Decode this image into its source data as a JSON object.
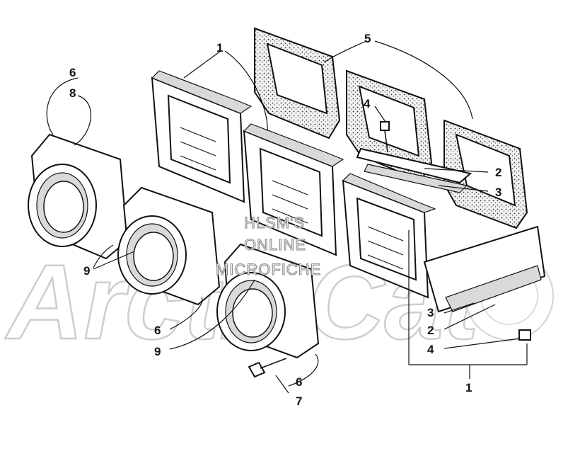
{
  "watermark": {
    "brand": "ArcticCat",
    "lines": [
      "HLSM'S",
      "ONLINE",
      "MICROFICHE"
    ]
  },
  "callouts": {
    "c1_top": "1",
    "c5_top": "5",
    "c4_mid": "4",
    "c2_mid": "2",
    "c3_mid": "3",
    "c6_top": "6",
    "c8_top": "8",
    "c9_left": "9",
    "c6_mid": "6",
    "c9_mid": "9",
    "c6_low": "6",
    "c7_low": "7",
    "c3_right": "3",
    "c2_right": "2",
    "c4_right": "4",
    "c1_bottom": "1"
  }
}
